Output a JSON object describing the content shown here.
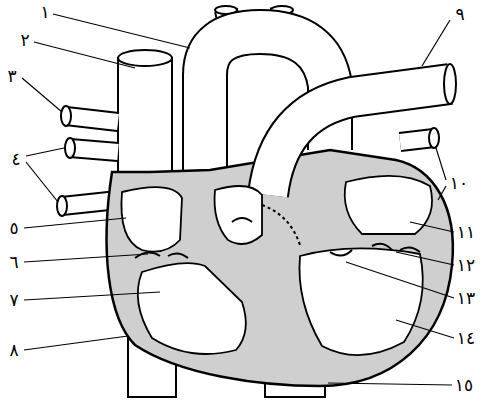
{
  "diagram": {
    "labels": [
      "١",
      "٢",
      "٣",
      "٤",
      "٥",
      "٦",
      "٧",
      "٨",
      "٩",
      "١٠",
      "١١",
      "١٢",
      "١٣",
      "١٤",
      "١٥"
    ]
  }
}
